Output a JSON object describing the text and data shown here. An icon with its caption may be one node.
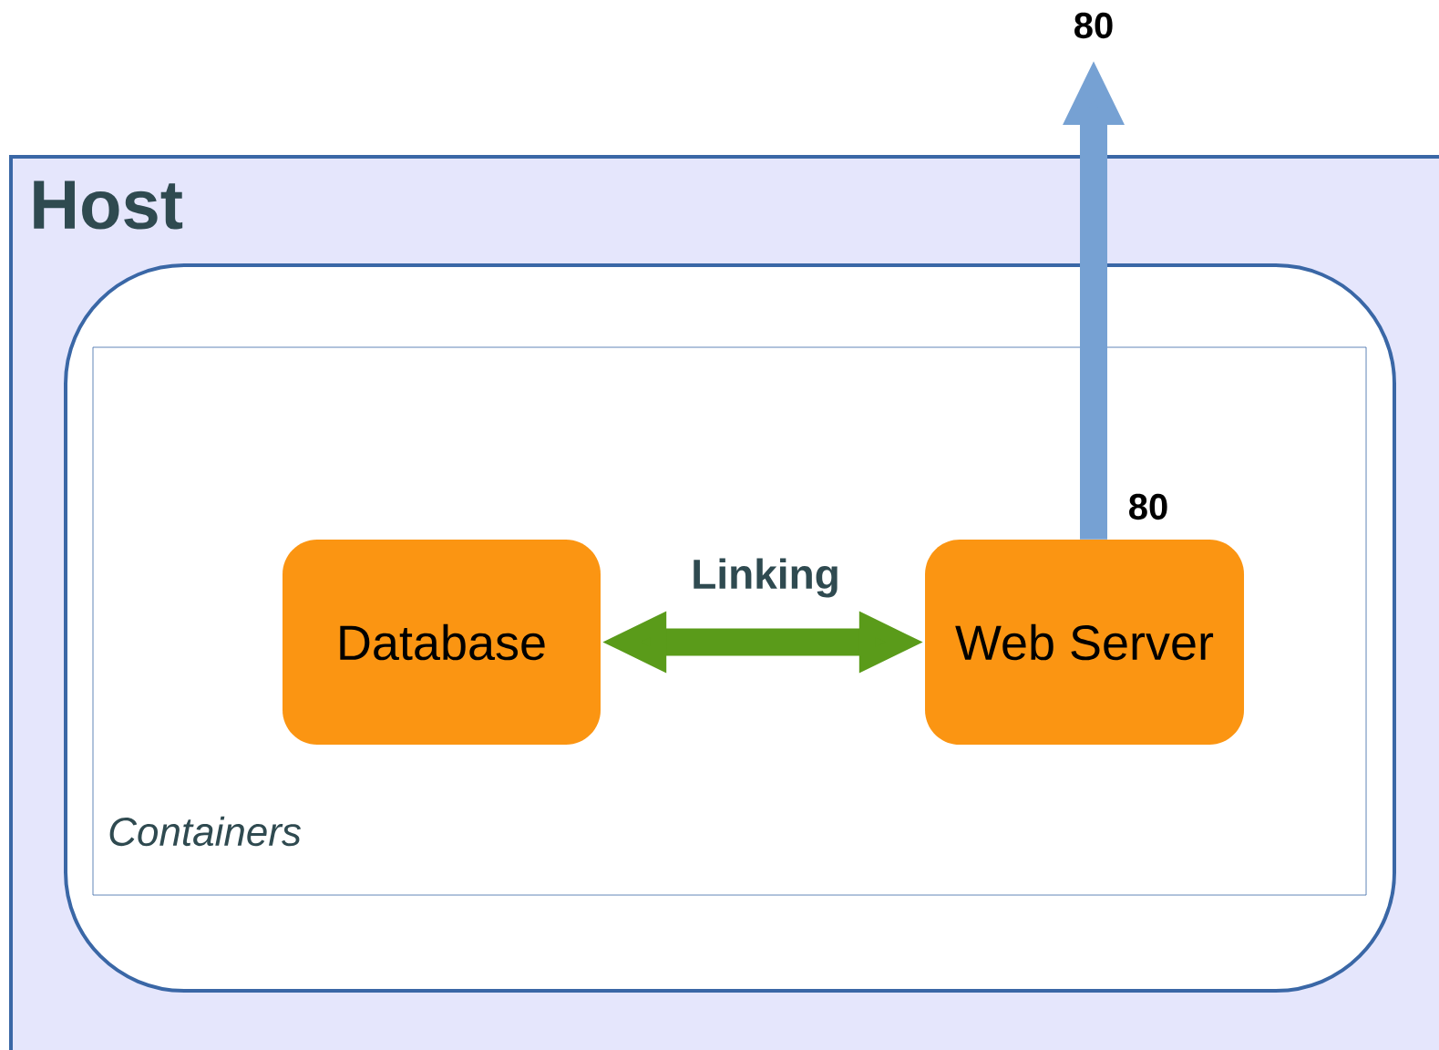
{
  "diagram": {
    "nodes": [
      {
        "text": [
          "Host"
        ]
      },
      {
        "text": [],
        "shape": "box",
        "in": 0
      },
      {
        "text": [
          "Containers"
        ],
        "in": 1
      },
      {
        "text": [
          "Database"
        ],
        "in": 2
      },
      {
        "text": [
          "Web Server"
        ],
        "in": 2,
        "beside": [
          "80"
        ]
      }
    ],
    "edges": [
      {
        "from": 3,
        "to": 4,
        "arrow": "both",
        "label": "Linking",
        "color": "#5a9b1a"
      },
      {
        "from": 4,
        "to": null,
        "arrow": "to",
        "color": "#76a1d3"
      }
    ],
    "labels": [
      "80"
    ]
  }
}
